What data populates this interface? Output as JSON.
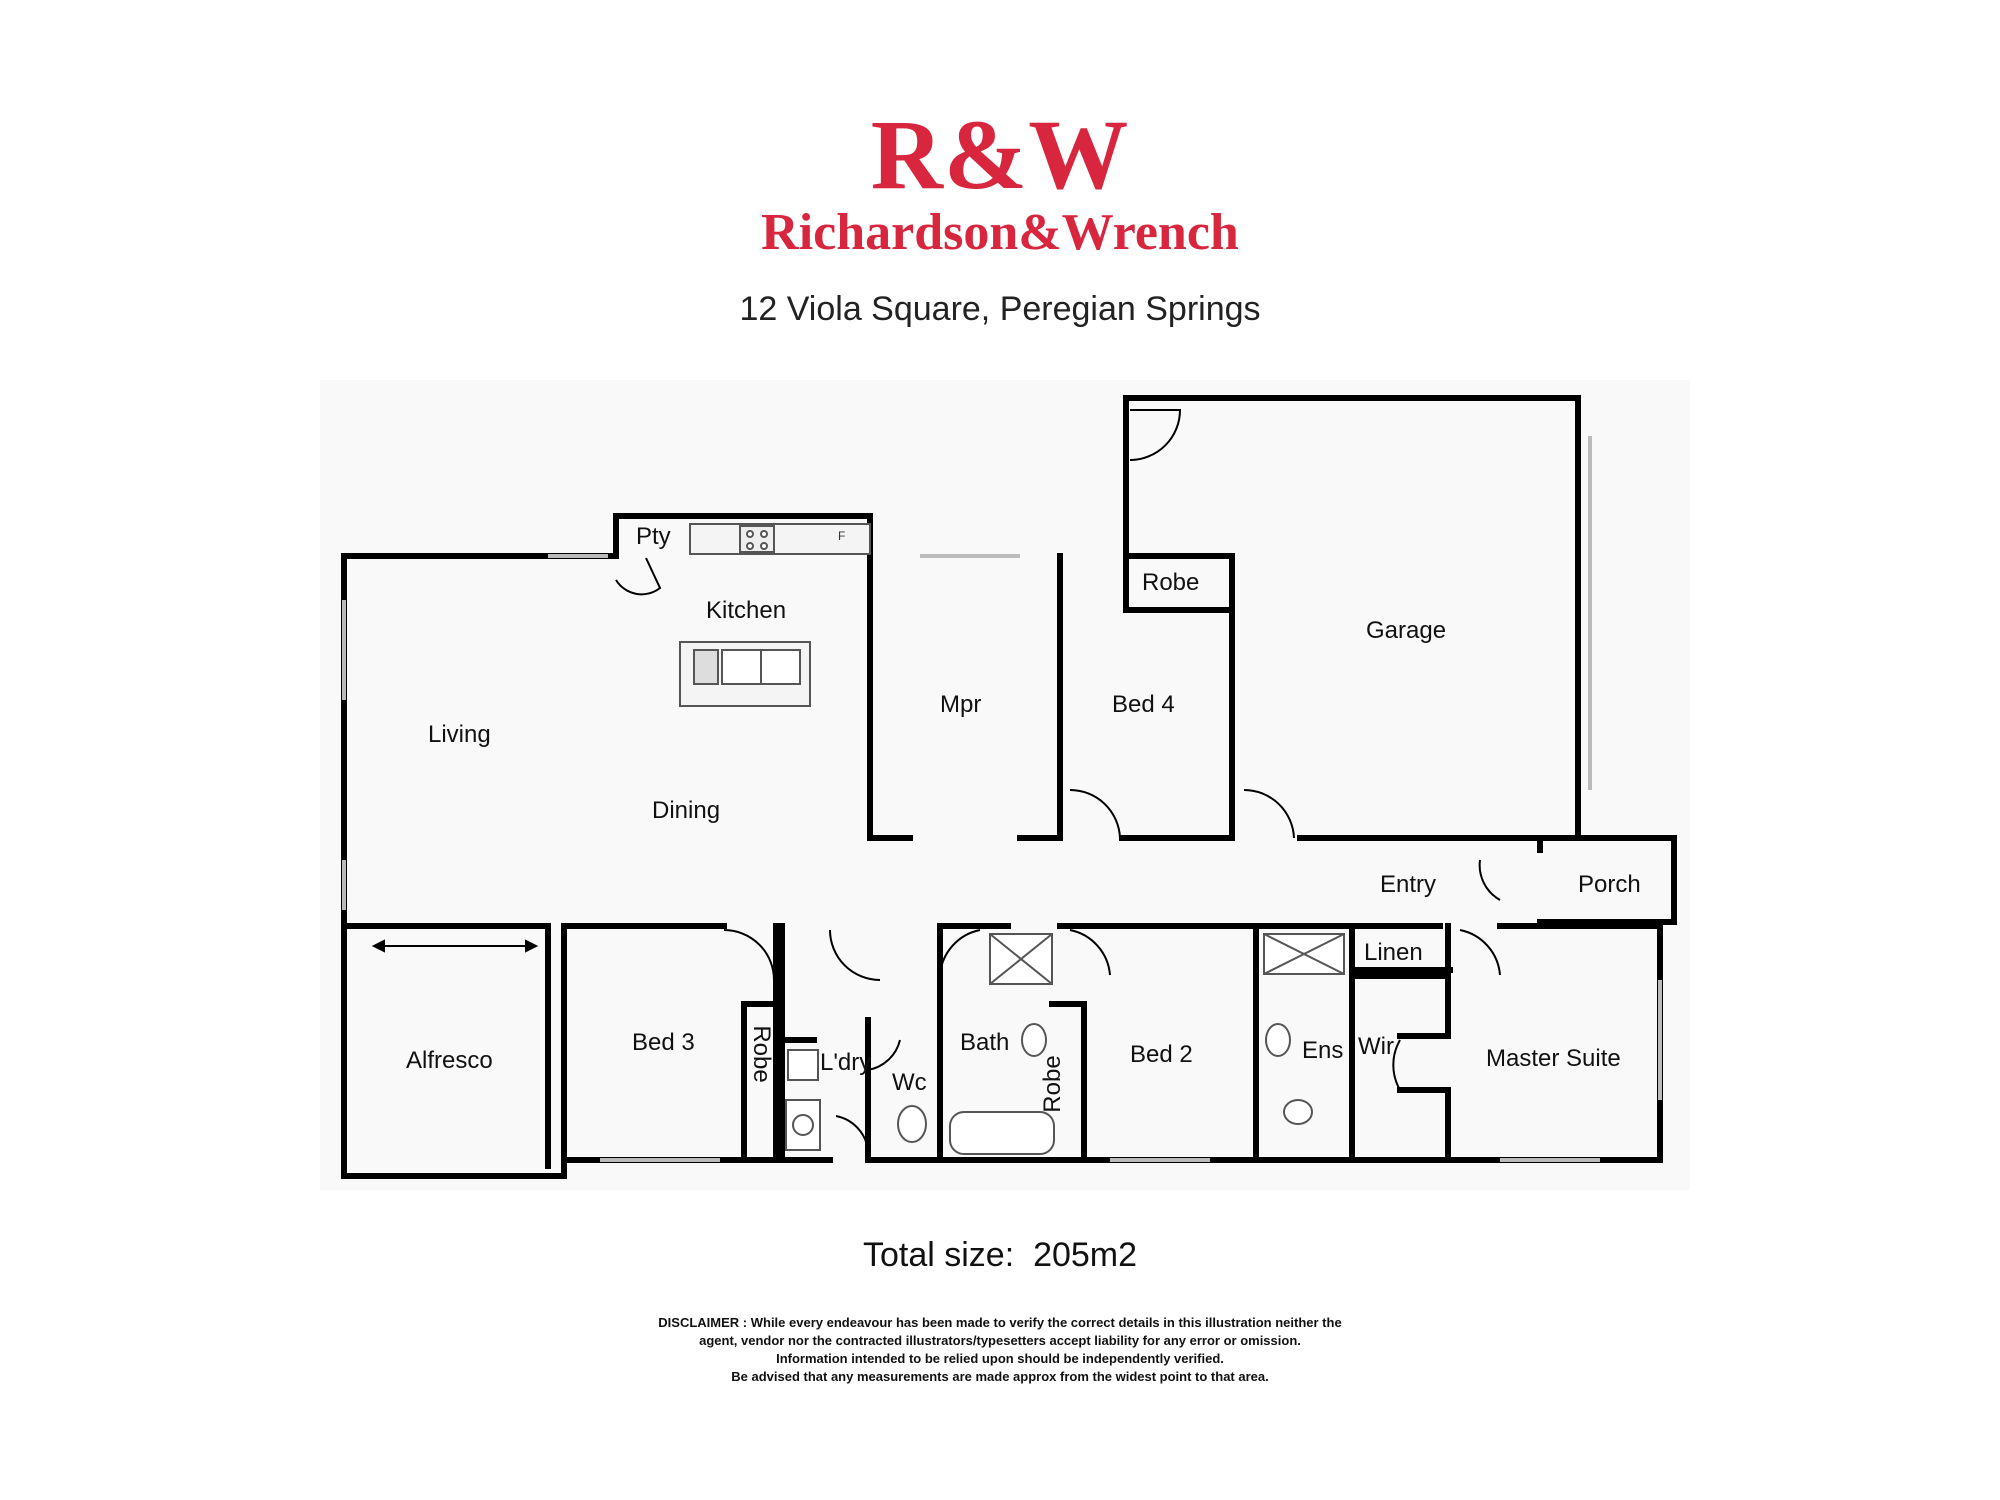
{
  "brand": {
    "mark": "R&W",
    "name": "Richardson&Wrench",
    "color": "#d7263d"
  },
  "address": "12 Viola Square, Peregian Springs",
  "rooms": {
    "pantry": "Pty",
    "kitchen": "Kitchen",
    "living": "Living",
    "dining": "Dining",
    "mpr": "Mpr",
    "bed4_robe": "Robe",
    "bed4": "Bed 4",
    "garage": "Garage",
    "entry": "Entry",
    "porch": "Porch",
    "alfresco": "Alfresco",
    "bed3": "Bed 3",
    "bed3_robe": "Robe",
    "laundry": "L'dry",
    "wc": "Wc",
    "bath": "Bath",
    "bed2_robe": "Robe",
    "bed2": "Bed 2",
    "linen": "Linen",
    "ensuite": "Ens",
    "wir": "Wir",
    "master": "Master Suite"
  },
  "fridge_mark": "F",
  "total": {
    "label": "Total size:",
    "value": "205m2"
  },
  "disclaimer": [
    "DISCLAIMER : While every endeavour has been made to verify the correct details in this illustration neither the",
    "agent, vendor nor the contracted illustrators/typesetters accept liability for any error or omission.",
    "Information intended to be relied upon should be independently verified.",
    "Be advised that any measurements are made approx from the widest point to that area."
  ]
}
